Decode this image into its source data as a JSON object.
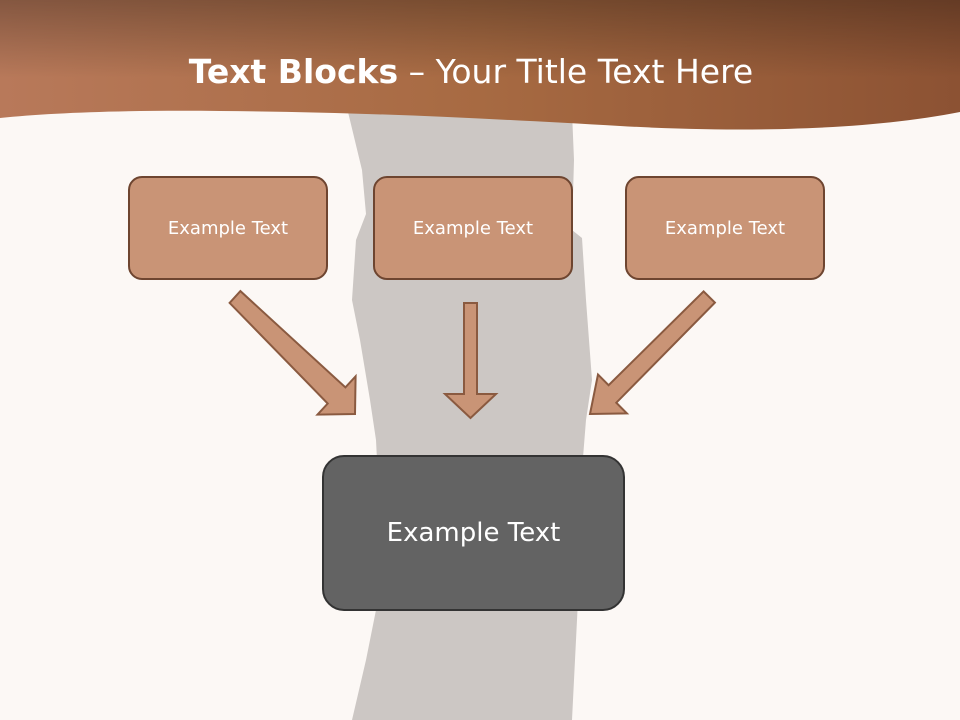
{
  "slide": {
    "title_bold": "Text Blocks",
    "title_sep": " – ",
    "title_rest": "Your Title Text Here"
  },
  "blocks": [
    {
      "label": "Example Text"
    },
    {
      "label": "Example Text"
    },
    {
      "label": "Example Text"
    }
  ],
  "target": {
    "label": "Example Text"
  },
  "colors": {
    "header": "#a9673f",
    "block_fill": "#c99476",
    "block_border": "#6e4530",
    "target_fill": "#636363",
    "page_bg": "#fcf8f5",
    "silhouette": "#ccc7c4"
  }
}
